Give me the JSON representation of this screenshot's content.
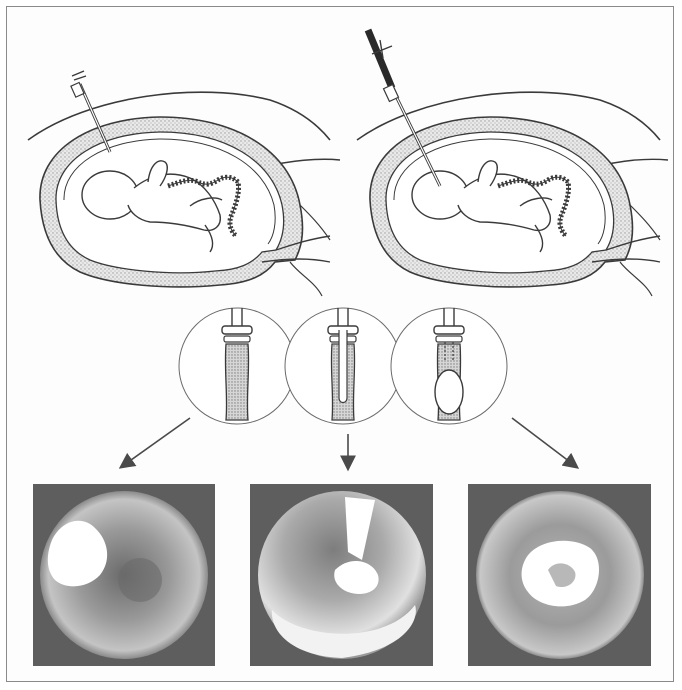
{
  "figure": {
    "panels": [
      {
        "name": "uterus-left",
        "instrument": "needle"
      },
      {
        "name": "uterus-right",
        "instrument": "fetoscope"
      }
    ],
    "insets": [
      {
        "name": "inset-trachea-1",
        "balloon": "none"
      },
      {
        "name": "inset-trachea-2",
        "balloon": "catheter"
      },
      {
        "name": "inset-trachea-3",
        "balloon": "inflated"
      }
    ],
    "endoscopic_views": [
      {
        "name": "endoscopic-view-1"
      },
      {
        "name": "endoscopic-view-2"
      },
      {
        "name": "endoscopic-view-3"
      }
    ],
    "colors": {
      "line": "#3a3a3a",
      "stipple": "#bdbdbd",
      "view_background": "#6b6b6b",
      "arrow": "#555555"
    }
  }
}
